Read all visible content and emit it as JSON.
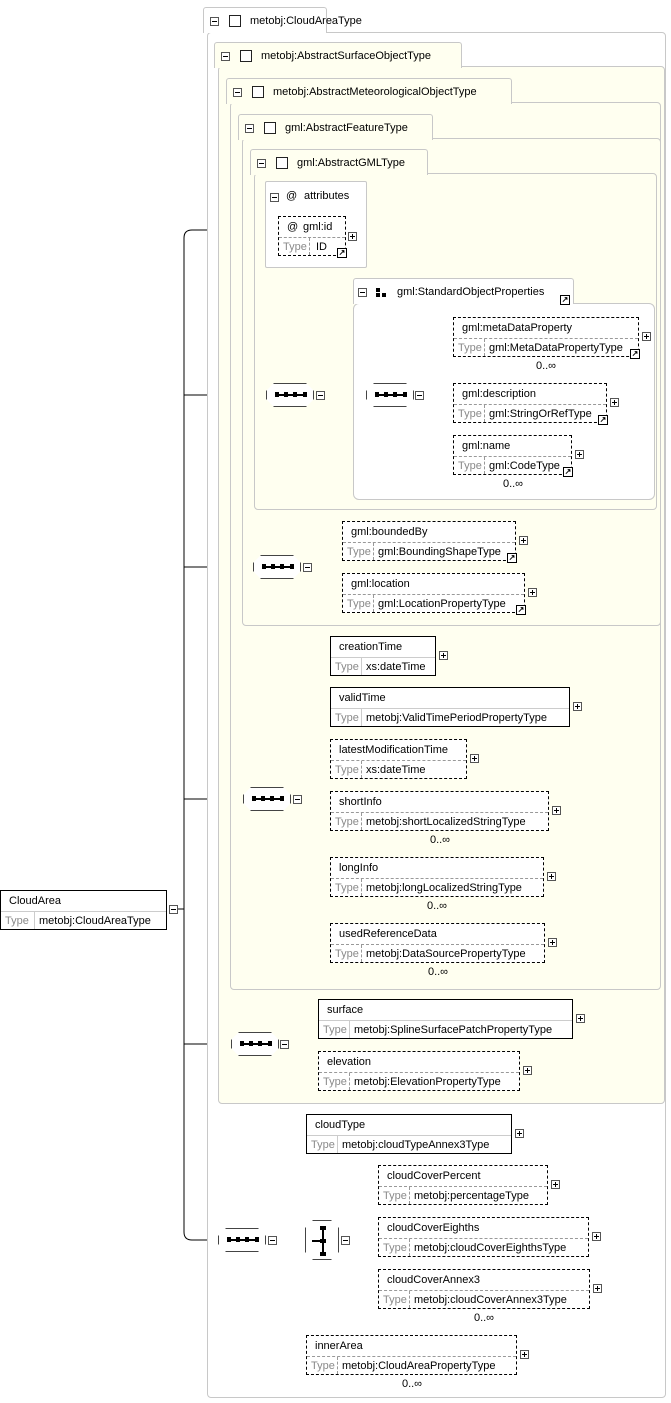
{
  "root": {
    "name": "CloudArea",
    "type_key": "Type",
    "type": "metobj:CloudAreaType"
  },
  "panels": {
    "cloud_area_type": "metobj:CloudAreaType",
    "abstract_surface_object_type": "metobj:AbstractSurfaceObjectType",
    "abstract_meteorological_object_type": "metobj:AbstractMeteorologicalObjectType",
    "abstract_feature_type": "gml:AbstractFeatureType",
    "abstract_gml_type": "gml:AbstractGMLType",
    "attributes": "attributes",
    "standard_object_properties": "gml:StandardObjectProperties"
  },
  "attribute": {
    "symbol": "@",
    "name": "gml:id",
    "type_key": "Type",
    "type": "ID"
  },
  "elements": [
    {
      "name": "gml:metaDataProperty",
      "type_key": "Type",
      "type": "gml:MetaDataPropertyType",
      "card": "0..∞"
    },
    {
      "name": "gml:description",
      "type_key": "Type",
      "type": "gml:StringOrRefType",
      "card": ""
    },
    {
      "name": "gml:name",
      "type_key": "Type",
      "type": "gml:CodeType",
      "card": "0..∞"
    },
    {
      "name": "gml:boundedBy",
      "type_key": "Type",
      "type": "gml:BoundingShapeType",
      "card": ""
    },
    {
      "name": "gml:location",
      "type_key": "Type",
      "type": "gml:LocationPropertyType",
      "card": ""
    },
    {
      "name": "creationTime",
      "type_key": "Type",
      "type": "xs:dateTime",
      "card": ""
    },
    {
      "name": "validTime",
      "type_key": "Type",
      "type": "metobj:ValidTimePeriodPropertyType",
      "card": ""
    },
    {
      "name": "latestModificationTime",
      "type_key": "Type",
      "type": "xs:dateTime",
      "card": ""
    },
    {
      "name": "shortInfo",
      "type_key": "Type",
      "type": "metobj:shortLocalizedStringType",
      "card": "0..∞"
    },
    {
      "name": "longInfo",
      "type_key": "Type",
      "type": "metobj:longLocalizedStringType",
      "card": "0..∞"
    },
    {
      "name": "usedReferenceData",
      "type_key": "Type",
      "type": "metobj:DataSourcePropertyType",
      "card": "0..∞"
    },
    {
      "name": "surface",
      "type_key": "Type",
      "type": "metobj:SplineSurfacePatchPropertyType",
      "card": ""
    },
    {
      "name": "elevation",
      "type_key": "Type",
      "type": "metobj:ElevationPropertyType",
      "card": ""
    },
    {
      "name": "cloudType",
      "type_key": "Type",
      "type": "metobj:cloudTypeAnnex3Type",
      "card": ""
    },
    {
      "name": "cloudCoverPercent",
      "type_key": "Type",
      "type": "metobj:percentageType",
      "card": ""
    },
    {
      "name": "cloudCoverEighths",
      "type_key": "Type",
      "type": "metobj:cloudCoverEighthsType",
      "card": ""
    },
    {
      "name": "cloudCoverAnnex3",
      "type_key": "Type",
      "type": "metobj:cloudCoverAnnex3Type",
      "card": "0..∞"
    },
    {
      "name": "innerArea",
      "type_key": "Type",
      "type": "metobj:CloudAreaPropertyType",
      "card": "0..∞"
    }
  ],
  "icons": {
    "expand": "plus-icon",
    "collapse": "minus-icon",
    "link": "link-arrow-icon",
    "sequence": "sequence-icon",
    "choice": "choice-icon"
  },
  "colors": {
    "outer_panel": "#ffffff",
    "inner_panel": "#fffff0",
    "border": "#c8c8c8"
  }
}
